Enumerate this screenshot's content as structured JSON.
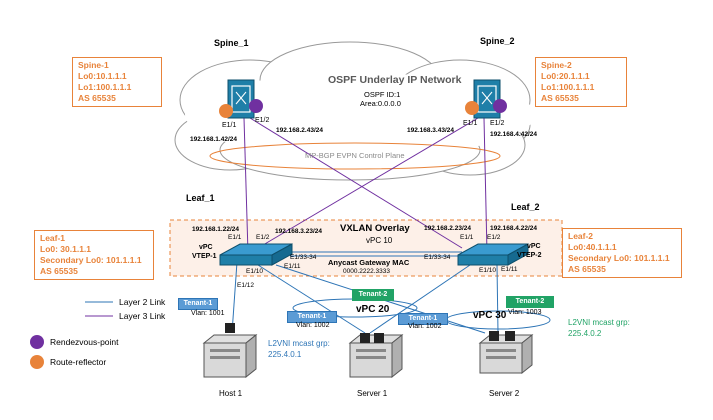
{
  "title": "",
  "cloud": {
    "title": "OSPF Underlay IP Network",
    "ospf_id": "OSPF ID:1",
    "area": "Area:0.0.0.0"
  },
  "control_plane": "MP-BGP EVPN Control Plane",
  "spine1": {
    "name": "Spine_1",
    "lines": [
      "Spine-1",
      "Lo0:10.1.1.1",
      "Lo1:100.1.1.1",
      "AS 65535"
    ],
    "port1": "E1/1",
    "port2": "E1/2"
  },
  "spine2": {
    "name": "Spine_2",
    "lines": [
      "Spine-2",
      "Lo0:20.1.1.1",
      "Lo1:100.1.1.1",
      "AS 65535"
    ],
    "port1": "E1/1",
    "port2": "E1/2"
  },
  "leaf1": {
    "name": "Leaf_1",
    "lines": [
      "Leaf-1",
      "Lo0: 30.1.1.1",
      "Secondary Lo0: 101.1.1.1",
      "AS 65535"
    ],
    "vpc": "vPC",
    "vtep": "VTEP-1",
    "p1": "E1/1",
    "p2": "E1/2",
    "p_peer": "E1/33-34",
    "p10": "E1/10",
    "p11": "E1/11",
    "p12": "E1/12"
  },
  "leaf2": {
    "name": "Leaf_2",
    "lines": [
      "Leaf-2",
      "Lo0:40.1.1.1",
      "Secondary Lo0: 101.1.1.1",
      "AS 65535"
    ],
    "vpc": "vPC",
    "vtep": "VTEP-2",
    "p1": "E1/1",
    "p2": "E1/2",
    "p_peer": "E1/33-34",
    "p10": "E1/10",
    "p11": "E1/11"
  },
  "overlay": {
    "title": "VXLAN Overlay",
    "vpc10": "vPC 10",
    "anycast": "Anycast Gateway MAC",
    "mac": "0000.2222.3333"
  },
  "links": {
    "l1": "192.168.1.42/24",
    "l2": "192.168.2.43/24",
    "l3": "192.168.3.43/24",
    "l4": "192.168.4.42/24",
    "l5": "192.168.1.22/24",
    "l6": "192.168.3.23/24",
    "l7": "192.168.2.23/24",
    "l8": "192.168.4.22/24"
  },
  "tenants": [
    {
      "label": "Tenant-1",
      "vlan": "Vlan: 1001",
      "color": "#5b9bd5"
    },
    {
      "label": "Tenant-2",
      "vlan": "",
      "color": "#21a366"
    },
    {
      "label": "Tenant-1",
      "vlan": "Vlan: 1002",
      "color": "#5b9bd5"
    },
    {
      "label": "Tenant-1",
      "vlan": "Vlan: 1002",
      "color": "#5b9bd5"
    },
    {
      "label": "Tenant-2",
      "vlan": "Vlan: 1003",
      "color": "#21a366"
    }
  ],
  "vpc20": "vPC 20",
  "vpc30": "vPC 30",
  "mcast1": {
    "title": "L2VNI mcast grp:",
    "addr": "225.4.0.1"
  },
  "mcast2": {
    "title": "L2VNI mcast grp:",
    "addr": "225.4.0.2"
  },
  "hosts": [
    "Host 1",
    "Server 1",
    "Server 2"
  ],
  "legend": {
    "l2": "Layer 2 Link",
    "l3": "Layer 3 Link",
    "rp": "Rendezvous-point",
    "rr": "Route-reflector",
    "rp_icon": "R P",
    "rr_icon": "R R"
  },
  "colors": {
    "orange": "#e8833a",
    "purple": "#7030a0",
    "blue": "#2e75b6",
    "green": "#21a366",
    "text_green": "#21a366",
    "text_blue": "#2e75b6"
  }
}
